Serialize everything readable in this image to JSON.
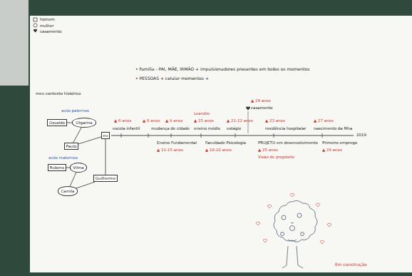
{
  "diagram": {
    "nodes": [
      {
        "text": [
          "Osvaldo"
        ]
      },
      {
        "text": [
          "Olgarina"
        ]
      },
      {
        "text": [
          "Paulo"
        ]
      },
      {
        "text": [
          "Rubens"
        ]
      },
      {
        "text": [
          "Vilma"
        ]
      },
      {
        "text": [
          "Camila"
        ]
      },
      {
        "text": [
          "eu"
        ]
      },
      {
        "text": [
          "Guilherme"
        ]
      }
    ],
    "edges": [
      {
        "from": 0,
        "to": 1,
        "arrow": "none"
      },
      {
        "from": 1,
        "to": 2,
        "arrow": "none"
      },
      {
        "from": 3,
        "to": 4,
        "arrow": "none"
      },
      {
        "from": 4,
        "to": 5,
        "arrow": "none"
      },
      {
        "from": 2,
        "to": 6,
        "arrow": "none"
      },
      {
        "from": 5,
        "to": 7,
        "arrow": "none"
      },
      {
        "from": 6,
        "to": 7,
        "arrow": "none"
      }
    ],
    "labels": [
      "meu contexto histórico",
      "• Família - PAI, MÃE, IRMÃO + impulsionadores presentes em todos os momentos",
      "• PESSOAS + celular momentos +",
      "avós paternos",
      "avós maternos",
      "▲ 6 anos",
      "escola infantil",
      "▲ 8 anos",
      "▲ 9 anos",
      "mudança de cidade",
      "▲ 15 anos",
      "Leandro",
      "ensino médio",
      "▲ 21-22 anos",
      "estágio",
      "casamento",
      "▲ 24 anos",
      "▲ 23 anos",
      "residência hospitalar",
      "▲ 27 anos",
      "nascimento da filha",
      "2019",
      "Ensino Fundamental",
      "▲ 11-15 anos",
      "Faculdade Psicologia",
      "▲ 18-22 anos",
      "PROJETO em desenvolvimento",
      "▲ 25 anos",
      "Visão de propósito",
      "Primeiro emprego",
      "▲ 29 anos",
      "Em construção"
    ],
    "legend": [
      {
        "text": "homem"
      },
      {
        "text": "mulher"
      },
      {
        "text": "casamento"
      }
    ]
  }
}
